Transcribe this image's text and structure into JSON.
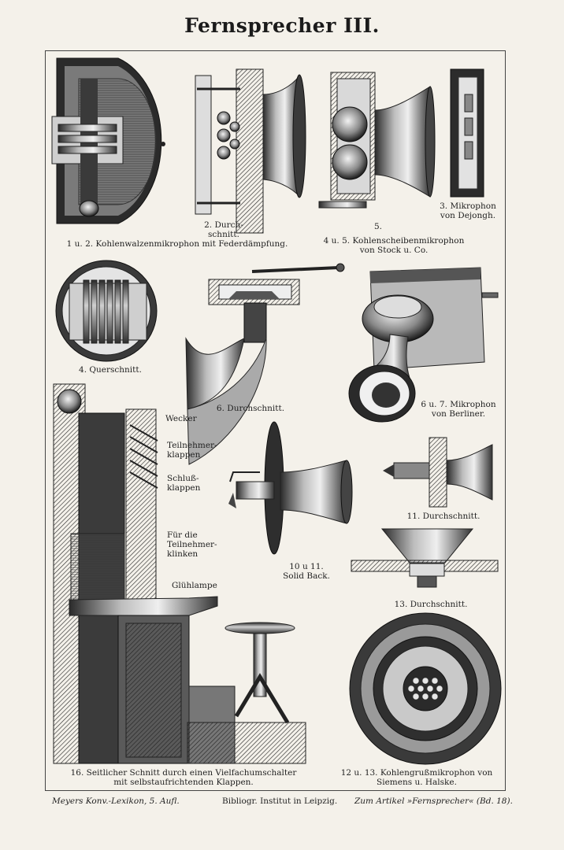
{
  "title": "Fernsprecher III.",
  "captions": {
    "fig1_2": "1 u. 2. Kohlenwalzenmikrophon mit Federdämpfung.",
    "fig2": "2. Durch-\nschnitt.",
    "fig3": "3. Mikrophon\nvon Dejongh.",
    "fig4_5": "4 u. 5. Kohlenscheibenmikrophon\nvon Stock u. Co.",
    "fig5": "5.",
    "fig4": "4. Querschnitt.",
    "fig6": "6. Durchschnitt.",
    "fig6_7": "6 u. 7. Mikrophon\nvon Berliner.",
    "fig10_11": "10 u 11.\nSolid Back.",
    "fig11": "11. Durchschnitt.",
    "fig13": "13. Durchschnitt.",
    "fig16": "16. Seitlicher Schnitt durch einen Vielfachumschalter\nmit selbstaufrichtenden Klappen.",
    "fig12_13": "12 u. 13. Kohlengrußmikrophon von\nSiemens u. Halske."
  },
  "switchboard_labels": {
    "wecker": "Wecker",
    "teilnehmerklappen": "Teilnehmer-\nklappen",
    "schlussklappen": "Schluß-\nklappen",
    "klinken": "Für die\nTeilnehmer-\nklinken",
    "gluehlampe": "Glühlampe"
  },
  "footer": {
    "left": "Meyers Konv.-Lexikon, 5. Aufl.",
    "center": "Bibliogr. Institut in Leipzig.",
    "right": "Zum Artikel »Fernsprecher« (Bd. 18)."
  }
}
